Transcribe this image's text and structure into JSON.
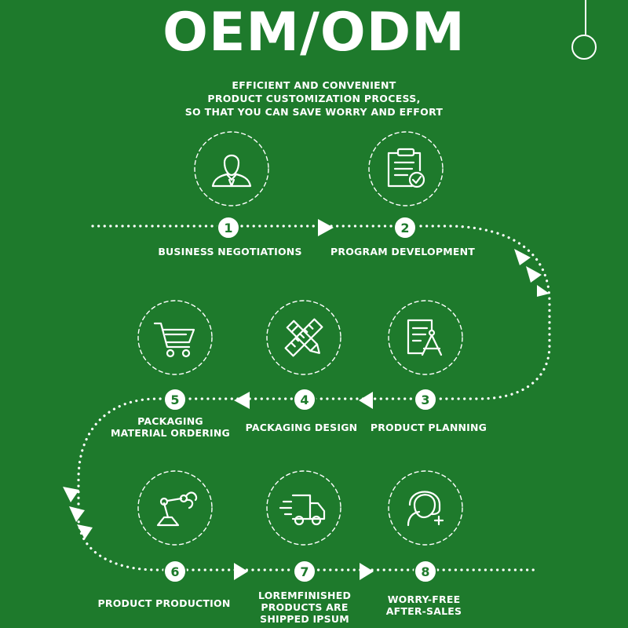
{
  "header": {
    "title": "OEM/ODM",
    "subtitle_lines": [
      "EFFICIENT AND CONVENIENT",
      "PRODUCT CUSTOMIZATION PROCESS,",
      "SO THAT YOU CAN SAVE WORRY AND EFFORT"
    ]
  },
  "steps": [
    {
      "number": "1",
      "label_lines": [
        "BUSINESS NEGOTIATIONS"
      ],
      "icon": "businessman-icon"
    },
    {
      "number": "2",
      "label_lines": [
        "PROGRAM DEVELOPMENT"
      ],
      "icon": "clipboard-check-icon"
    },
    {
      "number": "3",
      "label_lines": [
        "PRODUCT PLANNING"
      ],
      "icon": "document-compass-icon"
    },
    {
      "number": "4",
      "label_lines": [
        "PACKAGING DESIGN"
      ],
      "icon": "ruler-pencil-icon"
    },
    {
      "number": "5",
      "label_lines": [
        "PACKAGING",
        "MATERIAL ORDERING"
      ],
      "icon": "shopping-cart-icon"
    },
    {
      "number": "6",
      "label_lines": [
        "PRODUCT PRODUCTION"
      ],
      "icon": "robot-arm-icon"
    },
    {
      "number": "7",
      "label_lines": [
        "LOREMFINISHED",
        "PRODUCTS ARE",
        "SHIPPED IPSUM"
      ],
      "icon": "delivery-truck-icon"
    },
    {
      "number": "8",
      "label_lines": [
        "WORRY-FREE",
        "AFTER-SALES"
      ],
      "icon": "customer-service-icon"
    }
  ],
  "colors": {
    "background": "#1e7a2c",
    "foreground": "#ffffff"
  }
}
